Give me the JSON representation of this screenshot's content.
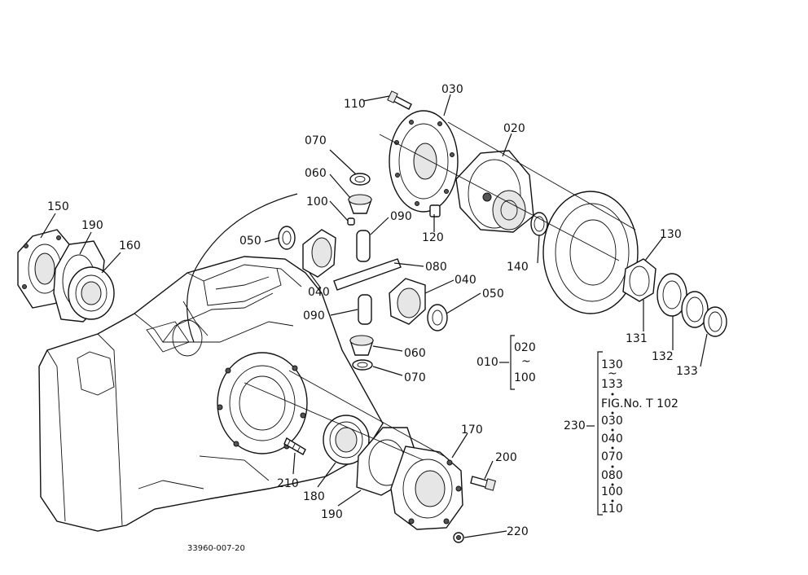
{
  "drawing_number": "33960-007-20",
  "callouts": [
    {
      "id": "c110",
      "text": "110"
    },
    {
      "id": "c030",
      "text": "030"
    },
    {
      "id": "c020",
      "text": "020"
    },
    {
      "id": "c070a",
      "text": "070"
    },
    {
      "id": "c060a",
      "text": "060"
    },
    {
      "id": "c100",
      "text": "100"
    },
    {
      "id": "c090a",
      "text": "090"
    },
    {
      "id": "c120",
      "text": "120"
    },
    {
      "id": "c050a",
      "text": "050"
    },
    {
      "id": "c080",
      "text": "080"
    },
    {
      "id": "c040a",
      "text": "040"
    },
    {
      "id": "c040b",
      "text": "040"
    },
    {
      "id": "c050b",
      "text": "050"
    },
    {
      "id": "c090b",
      "text": "090"
    },
    {
      "id": "c060b",
      "text": "060"
    },
    {
      "id": "c070b",
      "text": "070"
    },
    {
      "id": "c140",
      "text": "140"
    },
    {
      "id": "c130",
      "text": "130"
    },
    {
      "id": "c131",
      "text": "131"
    },
    {
      "id": "c132",
      "text": "132"
    },
    {
      "id": "c133",
      "text": "133"
    },
    {
      "id": "c150",
      "text": "150"
    },
    {
      "id": "c190a",
      "text": "190"
    },
    {
      "id": "c160",
      "text": "160"
    },
    {
      "id": "c170",
      "text": "170"
    },
    {
      "id": "c200",
      "text": "200"
    },
    {
      "id": "c210",
      "text": "210"
    },
    {
      "id": "c180",
      "text": "180"
    },
    {
      "id": "c190b",
      "text": "190"
    },
    {
      "id": "c220",
      "text": "220"
    }
  ],
  "group_010": {
    "label": "010",
    "members": [
      "020",
      "100"
    ]
  },
  "group_230": {
    "label": "230",
    "members": [
      "130",
      "133",
      "FIG.No. T 102",
      "030",
      "040",
      "070",
      "080",
      "100",
      "110"
    ]
  }
}
